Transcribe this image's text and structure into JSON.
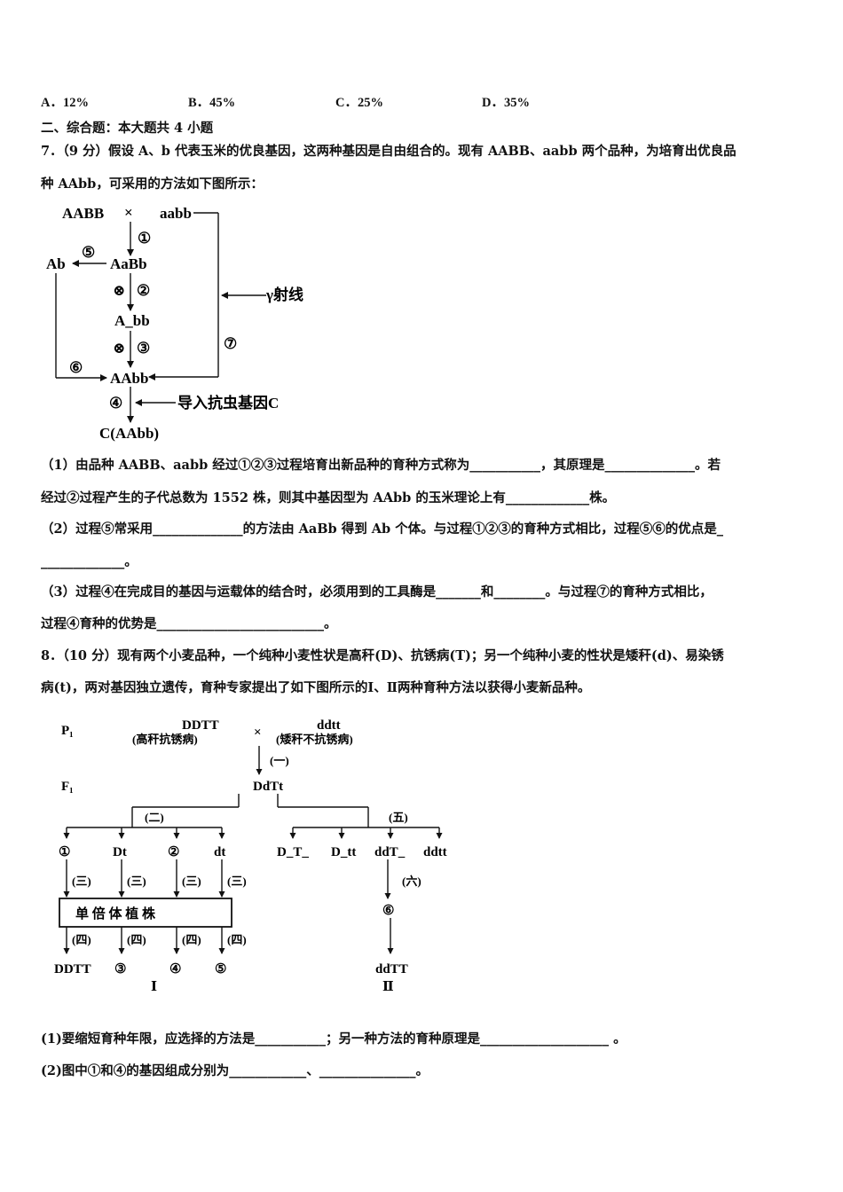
{
  "options": [
    {
      "letter": "A．",
      "value": "12%"
    },
    {
      "letter": "B．",
      "value": "45%"
    },
    {
      "letter": "C．",
      "value": "25%"
    },
    {
      "letter": "D．",
      "value": "35%"
    }
  ],
  "section_title": "二、综合题：本大题共 4 小题",
  "q7": {
    "line1": "7．（9 分）假设 A、b 代表玉米的优良基因，这两种基因是自由组合的。现有 AABB、aabb 两个品种，为培育出优良品",
    "line2": "种 AAbb，可采用的方法如下图所示：",
    "diagram": {
      "aabb_parent": "AABB",
      "cross": "×",
      "aabb": "aabb",
      "step1": "①",
      "ab": "Ab",
      "step5": "⑤",
      "aabb_f1": "AaBb",
      "self1": "⊗",
      "step2": "②",
      "gamma": "γ射线",
      "a_bb": "A_bb",
      "self2": "⊗",
      "step3": "③",
      "step7": "⑦",
      "step6": "⑥",
      "aabb_target": "AAbb",
      "step4": "④",
      "import_gene": "导入抗虫基因C",
      "final": "C(AAbb)"
    },
    "p1_line1": "（1）由品种 AABB、aabb 经过①②③过程培育出新品种的育种方式称为___________，其原理是______________。若",
    "p1_line2": "经过②过程产生的子代总数为 1552 株，则其中基因型为 AAbb 的玉米理论上有_____________株。",
    "p2_line1": "（2）过程⑤常采用______________的方法由 AaBb 得到 Ab 个体。与过程①②③的育种方式相比，过程⑤⑥的优点是_",
    "p2_line2": "_____________。",
    "p3_line1": "（3）过程④在完成目的基因与运载体的结合时，必须用到的工具酶是_______和________。与过程⑦的育种方式相比，",
    "p3_line2": "过程④育种的优势是__________________________。"
  },
  "q8": {
    "line1": "8．（10 分）现有两个小麦品种，一个纯种小麦性状是高秆(D)、抗锈病(T)；另一个纯种小麦的性状是矮秆(d)、易染锈",
    "line2": "病(t)，两对基因独立遗传，育种专家提出了如下图所示的Ⅰ、Ⅱ两种育种方法以获得小麦新品种。",
    "diagram": {
      "p1": "P₁",
      "parent1": "DDTT",
      "parent1_desc": "(高秆抗锈病)",
      "cross": "×",
      "parent2": "ddtt",
      "parent2_desc": "(矮秆不抗锈病)",
      "step_one": "(一)",
      "f1_label": "F₁",
      "f1": "DdTt",
      "step_two": "(二)",
      "step_five": "(五)",
      "g1": "①",
      "g2": "Dt",
      "g3": "②",
      "g4": "dt",
      "r1": "D_T_",
      "r2": "D_tt",
      "r3": "ddT_",
      "r4": "ddtt",
      "step_three": "(三)",
      "step_six": "(六)",
      "circ6": "⑥",
      "haploid": "单 倍 体 植 株",
      "step_four": "(四)",
      "o1": "DDTT",
      "o2": "③",
      "o3": "④",
      "o4": "⑤",
      "o_ddtt": "ddTT",
      "method1": "Ⅰ",
      "method2": "Ⅱ"
    },
    "a1": "(1)要缩短育种年限，应选择的方法是___________；另一种方法的育种原理是____________________ 。",
    "a2": "(2)图中①和④的基因组成分别为____________、_______________。"
  }
}
